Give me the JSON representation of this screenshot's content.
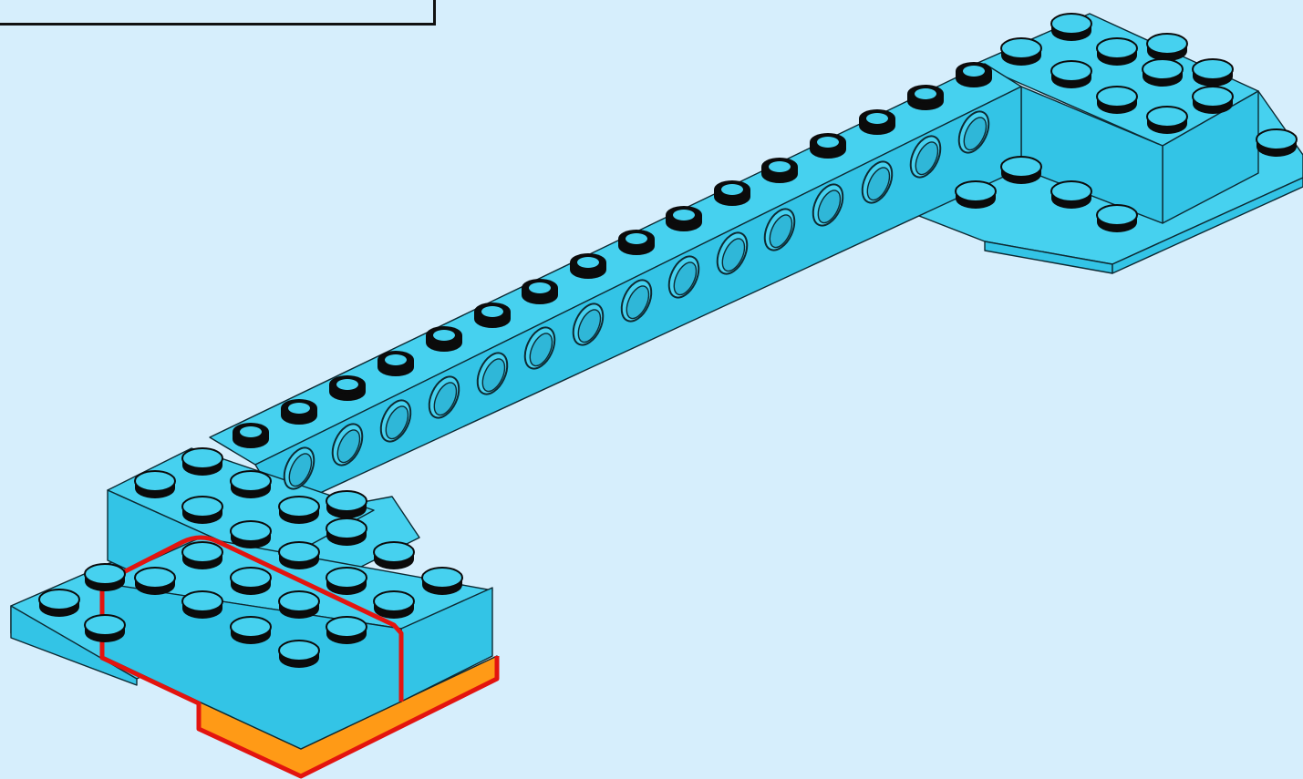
{
  "instruction_step": {
    "callout_box": {
      "text": ""
    },
    "colors": {
      "background": "#d6eefc",
      "brick_top": "#46d1ef",
      "brick_side": "#33c4e6",
      "brick_edge": "#0d2a33",
      "stud_shadow": "#0b0b0b",
      "highlight_outline": "#e3140f",
      "base_plate": "#ff9a16"
    },
    "parts": [
      {
        "name": "technic-beam-long",
        "color": "light-blue"
      },
      {
        "name": "brick-2x4-highlighted",
        "color": "light-blue"
      },
      {
        "name": "plate-orange-base",
        "color": "orange"
      },
      {
        "name": "corner-assembly-far",
        "color": "light-blue"
      },
      {
        "name": "corner-assembly-near",
        "color": "light-blue"
      }
    ]
  }
}
